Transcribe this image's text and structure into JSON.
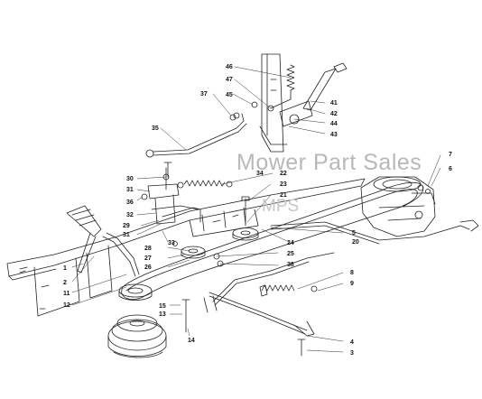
{
  "watermark": {
    "primary": "Mower Part Sales",
    "secondary": "MPS"
  },
  "labels": [
    {
      "id": "1",
      "text": "1"
    },
    {
      "id": "2",
      "text": "2"
    },
    {
      "id": "3",
      "text": "3"
    },
    {
      "id": "4",
      "text": "4"
    },
    {
      "id": "5",
      "text": "5"
    },
    {
      "id": "6",
      "text": "6"
    },
    {
      "id": "7",
      "text": "7"
    },
    {
      "id": "8",
      "text": "8"
    },
    {
      "id": "9",
      "text": "9"
    },
    {
      "id": "11",
      "text": "11"
    },
    {
      "id": "12",
      "text": "12"
    },
    {
      "id": "13",
      "text": "13"
    },
    {
      "id": "14",
      "text": "14"
    },
    {
      "id": "15",
      "text": "15"
    },
    {
      "id": "20",
      "text": "20"
    },
    {
      "id": "21",
      "text": "21"
    },
    {
      "id": "22",
      "text": "22"
    },
    {
      "id": "23",
      "text": "23"
    },
    {
      "id": "24",
      "text": "24"
    },
    {
      "id": "25",
      "text": "25"
    },
    {
      "id": "26",
      "text": "26"
    },
    {
      "id": "27",
      "text": "27"
    },
    {
      "id": "28",
      "text": "28"
    },
    {
      "id": "29",
      "text": "29"
    },
    {
      "id": "30",
      "text": "30"
    },
    {
      "id": "31a",
      "text": "31"
    },
    {
      "id": "31b",
      "text": "31"
    },
    {
      "id": "32",
      "text": "32"
    },
    {
      "id": "33",
      "text": "33"
    },
    {
      "id": "34",
      "text": "34"
    },
    {
      "id": "35",
      "text": "35"
    },
    {
      "id": "36",
      "text": "36"
    },
    {
      "id": "37",
      "text": "37"
    },
    {
      "id": "38",
      "text": "38"
    },
    {
      "id": "41",
      "text": "41"
    },
    {
      "id": "42",
      "text": "42"
    },
    {
      "id": "43",
      "text": "43"
    },
    {
      "id": "44",
      "text": "44"
    },
    {
      "id": "45",
      "text": "45"
    },
    {
      "id": "46",
      "text": "46"
    },
    {
      "id": "47",
      "text": "47"
    }
  ]
}
